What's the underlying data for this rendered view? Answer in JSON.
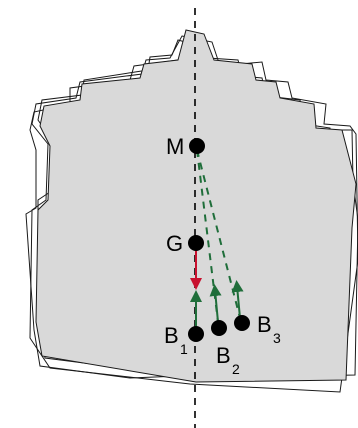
{
  "diagram": {
    "points": {
      "M": {
        "label": "M",
        "sub": ""
      },
      "G": {
        "label": "G",
        "sub": ""
      },
      "B1": {
        "label": "B",
        "sub": "1"
      },
      "B2": {
        "label": "B",
        "sub": "2"
      },
      "B3": {
        "label": "B",
        "sub": "3"
      }
    },
    "colors": {
      "hull_fill": "#d9d9d9",
      "hull_stroke": "#1a1a1a",
      "outline_stroke": "#1a1a1a",
      "centerline": "#000000",
      "weight_arrow": "#c8102e",
      "buoyancy_arrow": "#1f6e3a",
      "point_fill": "#000000"
    }
  }
}
